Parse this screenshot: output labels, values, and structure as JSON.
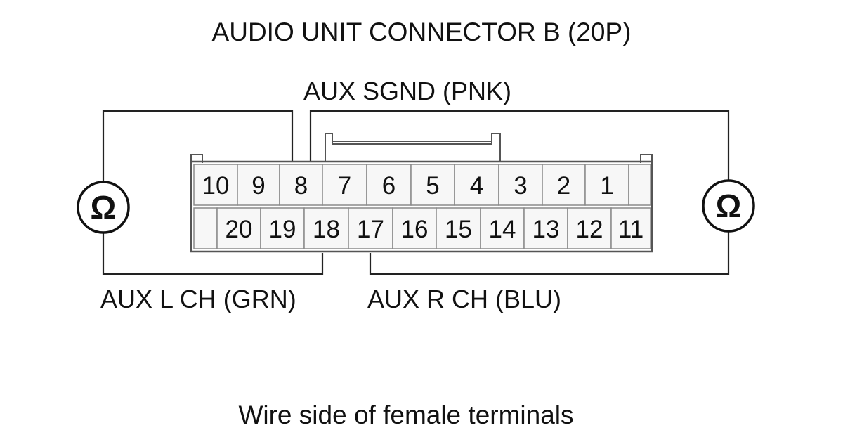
{
  "title": "AUDIO UNIT CONNECTOR B (20P)",
  "caption": "Wire side of female terminals",
  "wire_labels": {
    "sgnd": "AUX SGND (PNK)",
    "left": "AUX L CH (GRN)",
    "right": "AUX R CH (BLU)"
  },
  "meter_symbol": "Ω",
  "connector": {
    "top_row": [
      "10",
      "9",
      "8",
      "7",
      "6",
      "5",
      "4",
      "3",
      "2",
      "1",
      ""
    ],
    "bottom_row": [
      "",
      "20",
      "19",
      "18",
      "17",
      "16",
      "15",
      "14",
      "13",
      "12",
      "11"
    ]
  }
}
